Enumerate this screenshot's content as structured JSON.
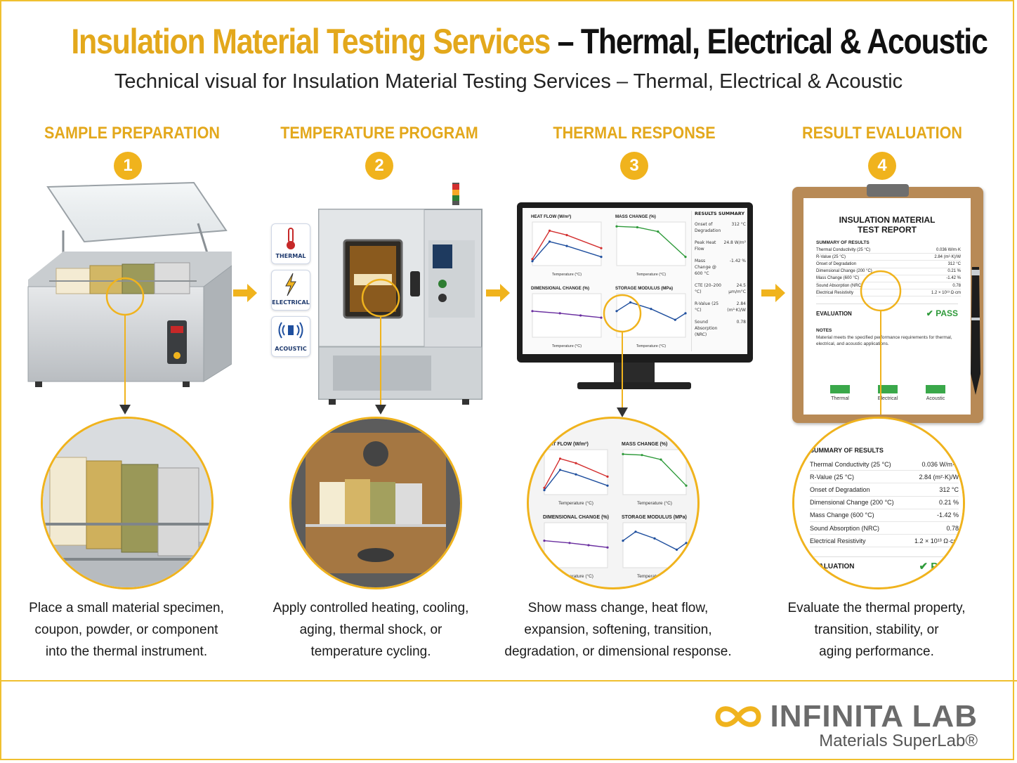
{
  "header": {
    "title_gold": "Insulation Material Testing Services",
    "title_dark": "– Thermal, Electrical & Acoustic",
    "subtitle": "Technical visual for Insulation Material Testing Services – Thermal, Electrical & Acoustic"
  },
  "steps": [
    {
      "num": "1",
      "title": "SAMPLE PREPARATION",
      "caption": [
        "Place a small material specimen,",
        "coupon, powder, or component",
        "into the thermal instrument."
      ]
    },
    {
      "num": "2",
      "title": "TEMPERATURE PROGRAM",
      "caption": [
        "Apply controlled heating, cooling,",
        "aging, thermal shock, or",
        "temperature cycling."
      ]
    },
    {
      "num": "3",
      "title": "THERMAL RESPONSE",
      "caption": [
        "Show mass change, heat flow,",
        "expansion, softening, transition,",
        "degradation, or dimensional response."
      ]
    },
    {
      "num": "4",
      "title": "RESULT EVALUATION",
      "caption": [
        "Evaluate the thermal property,",
        "transition, stability, or",
        "aging performance."
      ]
    }
  ],
  "test_icons": [
    {
      "label": "THERMAL",
      "icon": "thermometer-icon"
    },
    {
      "label": "ELECTRICAL",
      "icon": "lightning-icon"
    },
    {
      "label": "ACOUSTIC",
      "icon": "sound-wave-icon"
    }
  ],
  "monitor": {
    "charts": [
      {
        "title": "HEAT FLOW (W/m²)",
        "xlabel": "Temperature (°C)"
      },
      {
        "title": "MASS CHANGE (%)",
        "xlabel": "Temperature (°C)"
      },
      {
        "title": "DIMENSIONAL CHANGE (%)",
        "xlabel": "Temperature (°C)"
      },
      {
        "title": "STORAGE MODULUS (MPa)",
        "xlabel": "Temperature (°C)"
      }
    ],
    "summary_title": "RESULTS SUMMARY",
    "summary": [
      {
        "label": "Onset of Degradation",
        "value": "312 °C"
      },
      {
        "label": "Peak Heat Flow",
        "value": "24.8 W/m²"
      },
      {
        "label": "Mass Change @ 600 °C",
        "value": "-1.42 %"
      },
      {
        "label": "CTE (20–200 °C)",
        "value": "24.5 µm/m°C"
      },
      {
        "label": "R-Value (25 °C)",
        "value": "2.84 (m²·K)/W"
      },
      {
        "label": "Sound Absorption (NRC)",
        "value": "0.78"
      }
    ]
  },
  "report": {
    "title_line1": "INSULATION MATERIAL",
    "title_line2": "TEST REPORT",
    "summary_heading": "SUMMARY OF RESULTS",
    "rows": [
      {
        "label": "Thermal Conductivity (25 °C)",
        "value": "0.036 W/m·K"
      },
      {
        "label": "R-Value (25 °C)",
        "value": "2.84 (m²·K)/W"
      },
      {
        "label": "Onset of Degradation",
        "value": "312 °C"
      },
      {
        "label": "Dimensional Change (200 °C)",
        "value": "0.21 %"
      },
      {
        "label": "Mass Change (600 °C)",
        "value": "-1.42 %"
      },
      {
        "label": "Sound Absorption (NRC)",
        "value": "0.78"
      },
      {
        "label": "Electrical Resistivity",
        "value": "1.2 × 10¹³ Ω·cm"
      }
    ],
    "evaluation_label": "EVALUATION",
    "evaluation_value": "PASS",
    "notes_label": "NOTES",
    "notes": "Material meets the specified performance requirements for thermal, electrical, and acoustic applications.",
    "bars": [
      "Thermal",
      "Electrical",
      "Acoustic"
    ]
  },
  "brand": {
    "name": "INFINITA LAB",
    "tagline": "Materials SuperLab®"
  },
  "colors": {
    "accent": "#f0b31d",
    "title_gold": "#e3a81c",
    "pass_green": "#2e9a3a"
  }
}
